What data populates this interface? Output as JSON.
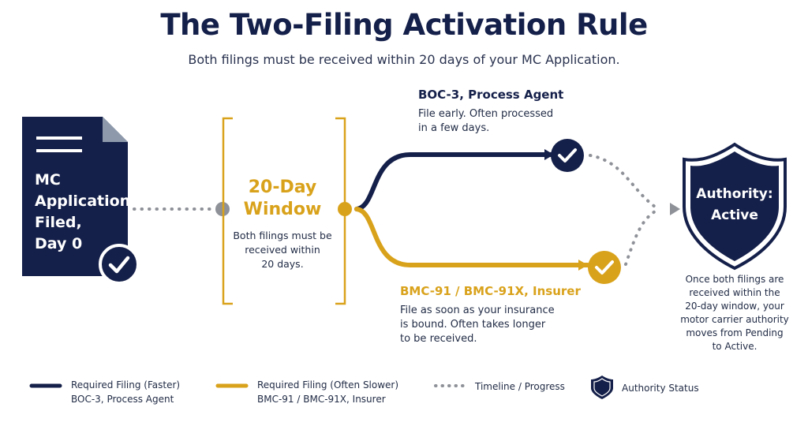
{
  "title": "The Two-Filing Activation Rule",
  "subtitle": "Both filings must be received within 20 days of your MC Application.",
  "colors": {
    "navy": "#15204a",
    "gold": "#d9a21b",
    "gray": "#8e9198"
  },
  "mc_application": {
    "lines": [
      "MC",
      "Application",
      "Filed,",
      "Day 0"
    ],
    "icon": "document-icon"
  },
  "window": {
    "title_lines": [
      "20-Day",
      "Window"
    ],
    "desc_lines": [
      "Both filings must be",
      "received within",
      "20 days."
    ]
  },
  "boc3": {
    "title": "BOC-3, Process Agent",
    "desc_lines": [
      "File early. Often processed",
      "in a few days."
    ]
  },
  "bmc91": {
    "title": "BMC-91 / BMC-91X, Insurer",
    "desc_lines": [
      "File as soon as your insurance",
      "is bound. Often takes longer",
      "to be received."
    ]
  },
  "authority": {
    "lines": [
      "Authority:",
      "Active"
    ],
    "icon": "shield-icon",
    "desc_lines": [
      "Once both filings are",
      "received within the",
      "20-day window, your",
      "motor carrier authority",
      "moves from Pending",
      "to Active."
    ]
  },
  "legend": [
    {
      "label": "Required Filing (Faster)",
      "sub": "BOC-3, Process Agent",
      "kind": "navy-line"
    },
    {
      "label": "Required Filing (Often Slower)",
      "sub": "BMC-91 / BMC-91X, Insurer",
      "kind": "gold-line"
    },
    {
      "label": "Timeline / Progress",
      "sub": "",
      "kind": "dotted-line"
    },
    {
      "label": "Authority Status",
      "sub": "",
      "kind": "shield-icon"
    }
  ]
}
